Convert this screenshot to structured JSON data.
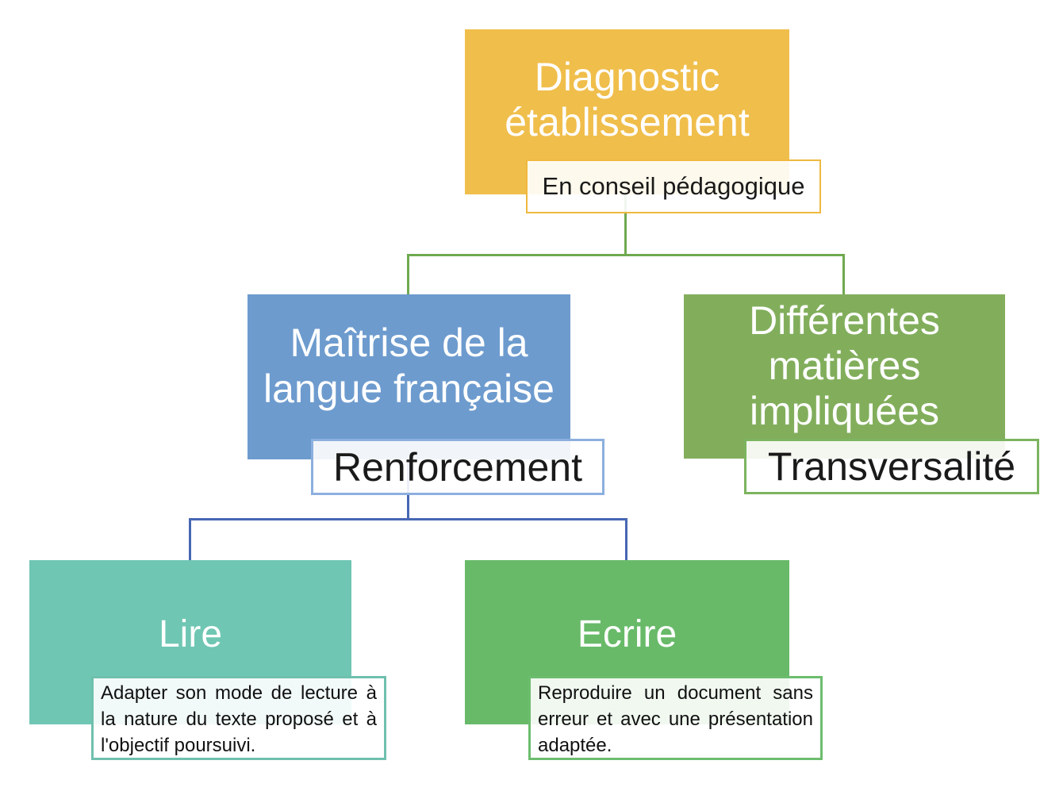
{
  "diagram": {
    "title": "Diagnostic établissement organigramme",
    "nodes": {
      "root": {
        "title": "Diagnostic établissement",
        "tag": "En conseil pédagogique",
        "fill": "#F0BE4B",
        "tag_border": "#EEB93F"
      },
      "maitrise": {
        "title": "Maîtrise de la langue française",
        "tag": "Renforcement",
        "fill": "#6D9BCE",
        "tag_border": "#8CAFDE"
      },
      "matieres": {
        "title": "Différentes matières impliquées",
        "tag": "Transversalité",
        "fill": "#82AE5C",
        "tag_border": "#7CB45F"
      },
      "lire": {
        "title": "Lire",
        "tag": "Adapter son mode de lecture à la nature du texte proposé et à l'objectif poursuivi.",
        "fill": "#6FC6B3",
        "tag_border": "#6FC0AE"
      },
      "ecrire": {
        "title": "Ecrire",
        "tag": "Reproduire un document sans erreur et avec une présentation adaptée.",
        "fill": "#68BA69",
        "tag_border": "#6DBD6E"
      }
    },
    "connectors": {
      "level1_color": "#6FA950",
      "level2_color": "#4767B3"
    }
  }
}
